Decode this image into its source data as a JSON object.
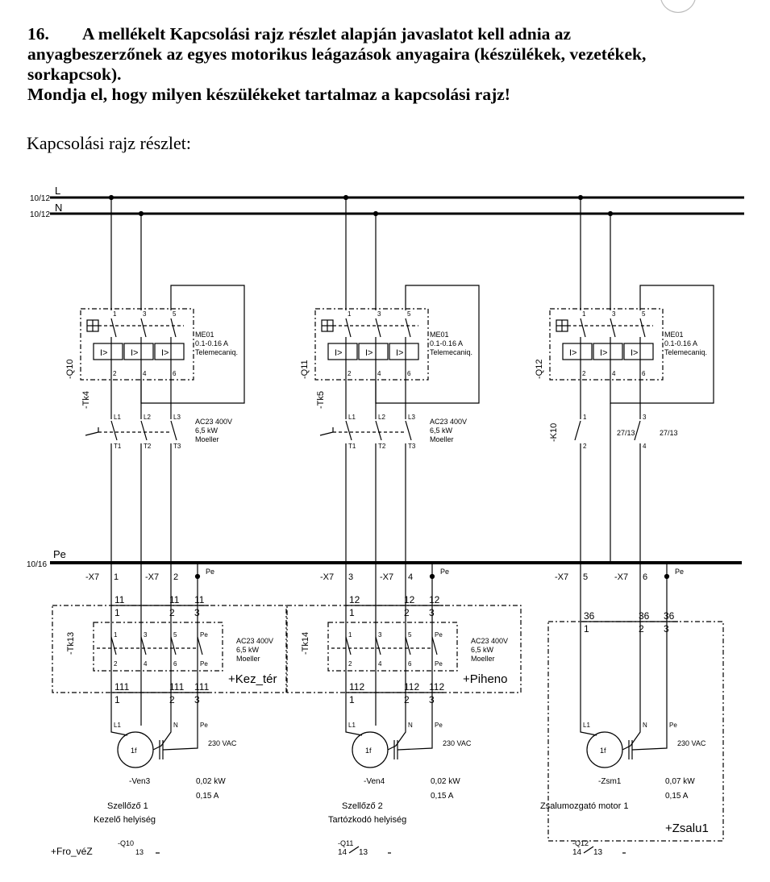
{
  "question": {
    "number": "16.",
    "line1": "A mellékelt Kapcsolási rajz részlet alapján javaslatot kell adnia az",
    "line2": "anyagbeszerzőnek az egyes motorikus leágazások anyagaira (készülékek, vezetékek,",
    "line3": "sorkapcsok).",
    "line4": "Mondja el, hogy milyen készülékeket tartalmaz a kapcsolási rajz!"
  },
  "subtitle": "Kapcsolási rajz részlet:",
  "bus": {
    "ref_l": "10/12",
    "label_l": "L",
    "ref_n": "10/12",
    "label_n": "N",
    "ref_pe": "10/16",
    "label_pe": "Pe"
  },
  "branches": [
    {
      "breaker": {
        "tag": "-Q10",
        "t1": "1",
        "t3": "3",
        "t5": "5",
        "t2": "2",
        "t4": "4",
        "t6": "6",
        "model": "ME01",
        "range": "0.1-0.16 A",
        "maker": "Telemecaniq.",
        "trip": "I>"
      },
      "contactor": {
        "tag": "-Tk4",
        "top": [
          "L1",
          "L2",
          "L3"
        ],
        "bot": [
          "T1",
          "T2",
          "T3"
        ],
        "rating": "AC23 400V",
        "power": "6,5 kW",
        "maker": "Moeller"
      },
      "terminals": {
        "a": "-X7",
        "a_num": "1",
        "b": "-X7",
        "b_num": "2",
        "pe": "Pe"
      },
      "wires_top": [
        "11",
        "1",
        "11",
        "2",
        "11",
        "3"
      ],
      "local": {
        "tag": "-Tk13",
        "top": [
          "1",
          "3",
          "5",
          "Pe"
        ],
        "bot": [
          "2",
          "4",
          "6",
          "Pe"
        ],
        "rating": "AC23 400V",
        "power": "6,5 kW",
        "maker": "Moeller",
        "location": "+Kez_tér"
      },
      "wires_bot": [
        "111",
        "1",
        "111",
        "2",
        "111",
        "3"
      ],
      "motor": {
        "pins": [
          "L1",
          "N",
          "Pe"
        ],
        "symbol": "1f",
        "voltage": "230 VAC",
        "tag": "-Ven3",
        "power": "0,02 kW",
        "current": "0,15 A",
        "name": "Szellőző 1",
        "room": "Kezelő helyiség"
      },
      "footer": {
        "loc": "+Fro_véZ",
        "ref": "-Q10",
        "ref2": "13"
      }
    },
    {
      "breaker": {
        "tag": "-Q11",
        "t1": "1",
        "t3": "3",
        "t5": "5",
        "t2": "2",
        "t4": "4",
        "t6": "6",
        "model": "ME01",
        "range": "0.1-0.16 A",
        "maker": "Telemecaniq.",
        "trip": "I>"
      },
      "contactor": {
        "tag": "-Tk5",
        "top": [
          "L1",
          "L2",
          "L3"
        ],
        "bot": [
          "T1",
          "T2",
          "T3"
        ],
        "rating": "AC23 400V",
        "power": "6,5 kW",
        "maker": "Moeller"
      },
      "terminals": {
        "a": "-X7",
        "a_num": "3",
        "b": "-X7",
        "b_num": "4",
        "pe": "Pe"
      },
      "wires_top": [
        "12",
        "1",
        "12",
        "2",
        "12",
        "3"
      ],
      "local": {
        "tag": "-Tk14",
        "top": [
          "1",
          "3",
          "5",
          "Pe"
        ],
        "bot": [
          "2",
          "4",
          "6",
          "Pe"
        ],
        "rating": "AC23 400V",
        "power": "6,5 kW",
        "maker": "Moeller",
        "location": "+Piheno"
      },
      "wires_bot": [
        "112",
        "1",
        "112",
        "2",
        "112",
        "3"
      ],
      "motor": {
        "pins": [
          "L1",
          "N",
          "Pe"
        ],
        "symbol": "1f",
        "voltage": "230 VAC",
        "tag": "-Ven4",
        "power": "0,02 kW",
        "current": "0,15 A",
        "name": "Szellőző 2",
        "room": "Tartózkodó helyiség"
      },
      "footer": {
        "ref": "-Q11",
        "ref_a": "14",
        "ref_b": "13"
      }
    },
    {
      "breaker": {
        "tag": "-Q12",
        "t1": "1",
        "t3": "3",
        "t5": "5",
        "t2": "2",
        "t4": "4",
        "t6": "6",
        "model": "ME01",
        "range": "0.1-0.16 A",
        "maker": "Telemecaniq.",
        "trip": "I>"
      },
      "contactor": {
        "tag": "-K10",
        "top": [
          "1",
          "3"
        ],
        "bot": [
          "2",
          "4"
        ],
        "ref_a": "27/13",
        "ref_b": "27/13"
      },
      "terminals": {
        "a": "-X7",
        "a_num": "5",
        "b": "-X7",
        "b_num": "6",
        "pe": "Pe"
      },
      "wires_top": [
        "36",
        "1",
        "36",
        "2",
        "36",
        "3"
      ],
      "motor": {
        "pins": [
          "L1",
          "N",
          "Pe"
        ],
        "symbol": "1f",
        "voltage": "230 VAC",
        "tag": "-Zsm1",
        "power": "0,07 kW",
        "current": "0,15 A",
        "name": "Zsalumozgató motor 1",
        "location": "+Zsalu1"
      },
      "footer": {
        "ref": "-Q12",
        "ref_a": "14",
        "ref_b": "13"
      }
    }
  ]
}
